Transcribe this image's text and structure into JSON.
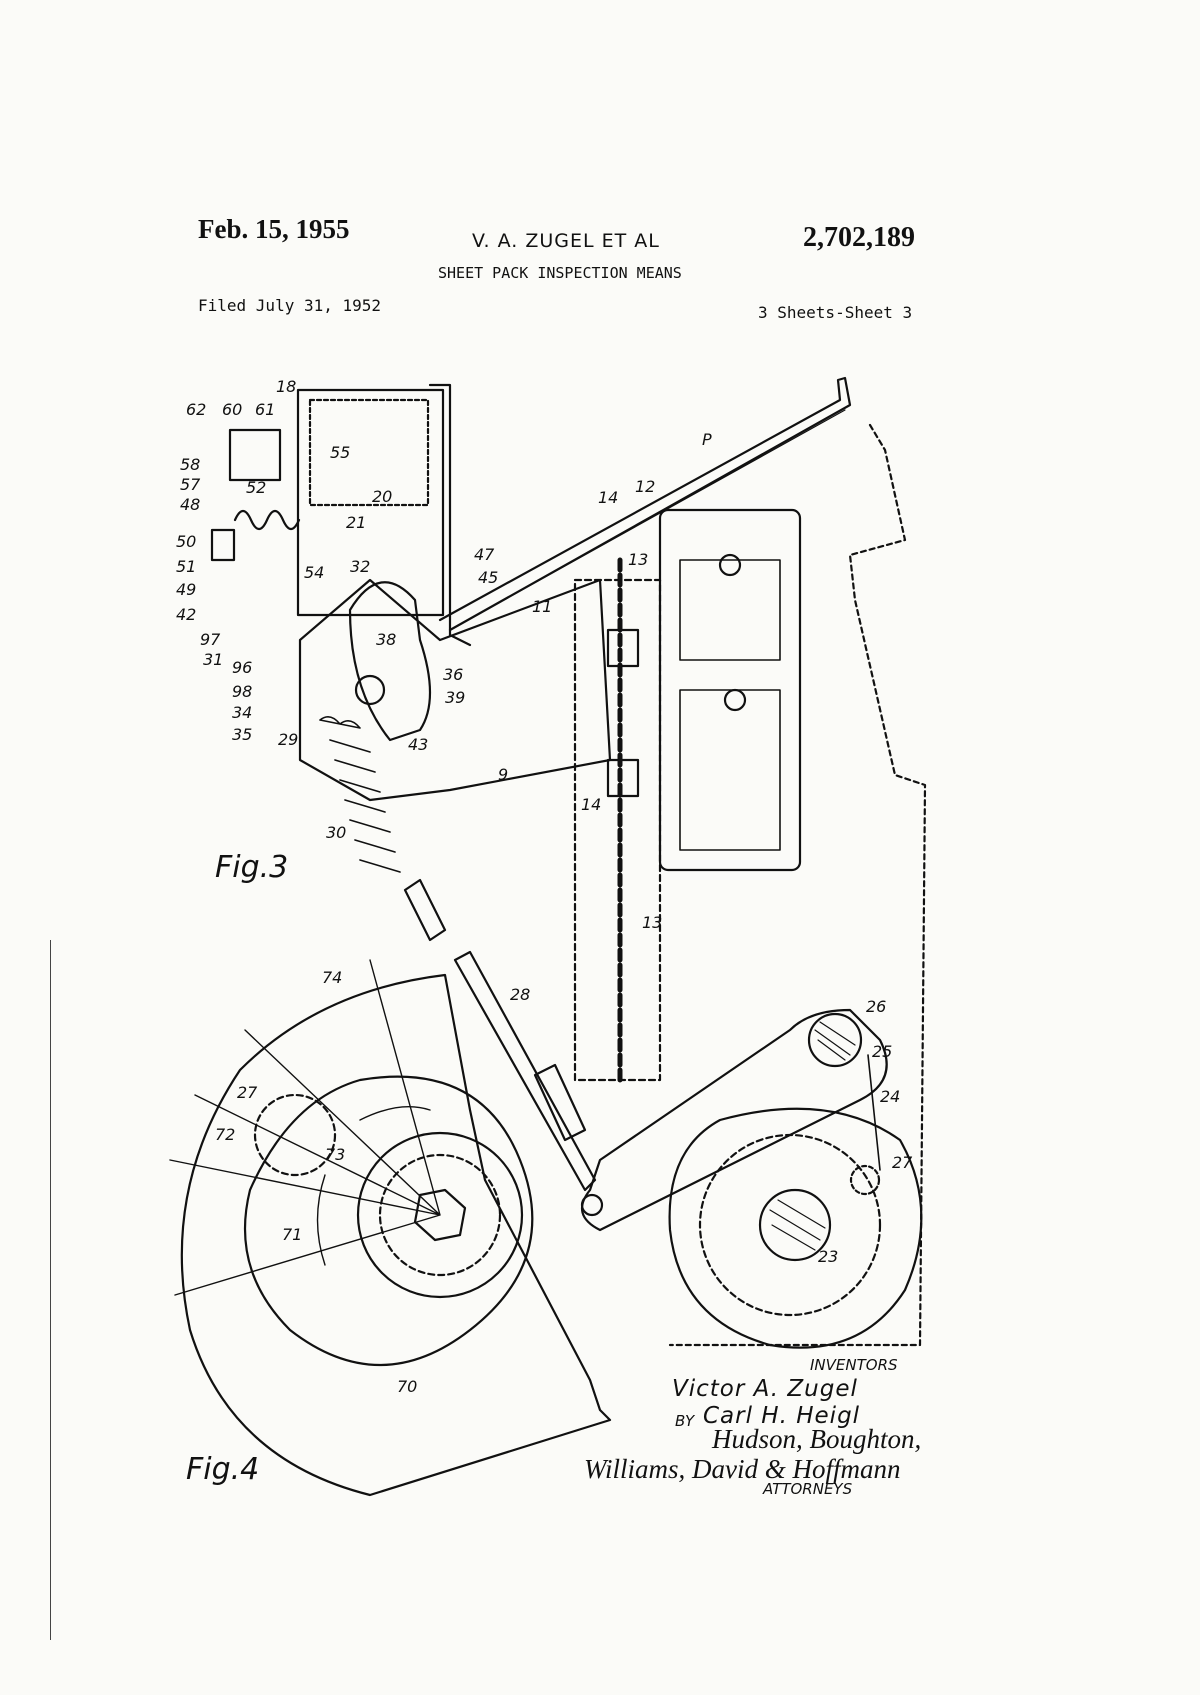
{
  "header": {
    "date": "Feb. 15, 1955",
    "inventors": "V. A. ZUGEL ET AL",
    "patent_number": "2,702,189",
    "title": "SHEET PACK INSPECTION MEANS",
    "filed": "Filed July 31, 1952",
    "sheets": "3 Sheets-Sheet 3"
  },
  "figures": {
    "fig3": "Fig.3",
    "fig4": "Fig.4"
  },
  "signature": {
    "inventors_label": "INVENTORS",
    "inventor1": "Victor A. Zugel",
    "by": "BY",
    "inventor2": "Carl H. Heigl",
    "attorneys_line1": "Hudson, Boughton,",
    "attorneys_line2": "Williams, David & Hoffmann",
    "attorneys_label": "ATTORNEYS"
  },
  "ref_numerals": {
    "n62": "62",
    "n60": "60",
    "n61": "61",
    "n18": "18",
    "n58": "58",
    "n57": "57",
    "n48": "48",
    "n52": "52",
    "n55": "55",
    "n20": "20",
    "n21": "21",
    "n50": "50",
    "n51": "51",
    "n49": "49",
    "n54": "54",
    "n32": "32",
    "n47": "47",
    "n45": "45",
    "n42": "42",
    "n97": "97",
    "n31": "31",
    "n96": "96",
    "n98": "98",
    "n34": "34",
    "n35": "35",
    "n29": "29",
    "n38": "38",
    "n36": "36",
    "n39": "39",
    "n43": "43",
    "n9": "9",
    "n30": "30",
    "n11": "11",
    "n14a": "14",
    "n12": "12",
    "n13a": "13",
    "nP": "P",
    "n14b": "14",
    "n13b": "13",
    "n74": "74",
    "n28": "28",
    "n26": "26",
    "n25": "25",
    "n24": "24",
    "n27a": "27",
    "n72": "72",
    "n73": "73",
    "n71": "71",
    "n27b": "27",
    "n23": "23",
    "n70": "70"
  }
}
